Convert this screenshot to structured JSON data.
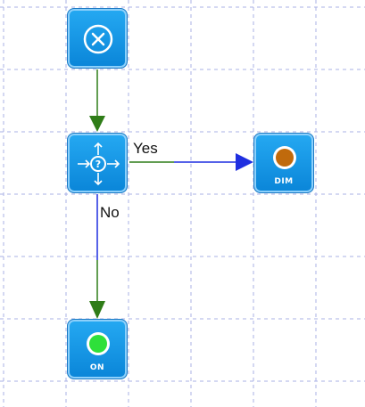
{
  "nodes": {
    "start": {
      "icon": "cancel-circle-icon"
    },
    "decision": {
      "icon": "question-directions-icon"
    },
    "dim": {
      "icon": "orange-lamp-icon",
      "label": "DIM",
      "lamp_color": "#c06a0c"
    },
    "on": {
      "icon": "green-lamp-icon",
      "label": "ON",
      "lamp_color": "#2ee03a"
    }
  },
  "edges": {
    "yes_label": "Yes",
    "no_label": "No"
  },
  "colors": {
    "grid": "#aab0e6",
    "edge_green": "#2f7d18",
    "edge_blue": "#1f2fe0",
    "node_fill": "#1594e6"
  }
}
